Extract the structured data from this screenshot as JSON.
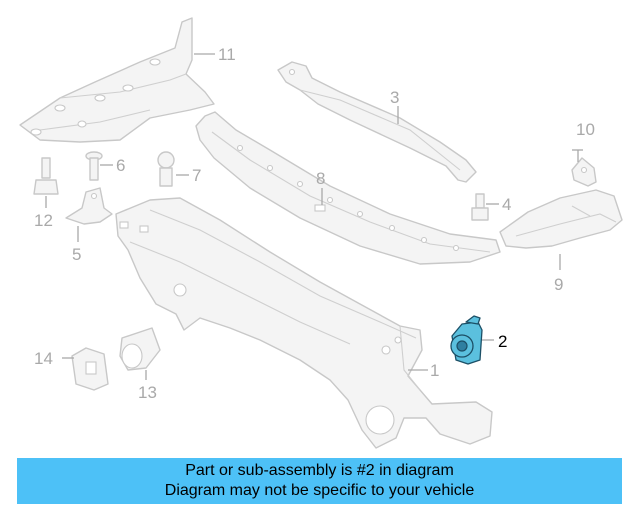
{
  "callouts": {
    "c1": "1",
    "c2": "2",
    "c3": "3",
    "c4": "4",
    "c5": "5",
    "c6": "6",
    "c7": "7",
    "c8": "8",
    "c9": "9",
    "c10": "10",
    "c11": "11",
    "c12": "12",
    "c13": "13",
    "c14": "14"
  },
  "highlighted_part": "2",
  "colors": {
    "highlight": "#5bc0de",
    "caption_background": "#4dc1f7",
    "lines": "#c8c8c8"
  },
  "caption": {
    "line1": "Part or sub-assembly is #2 in diagram",
    "line2": "Diagram may not be specific to your vehicle"
  }
}
